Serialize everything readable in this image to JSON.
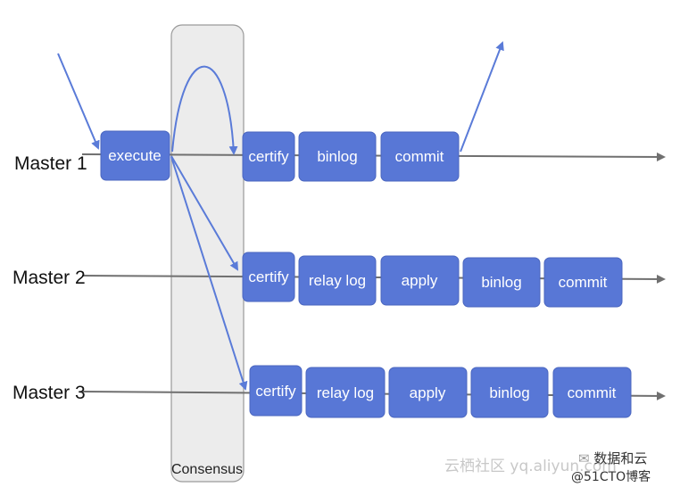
{
  "diagram": {
    "consensus_label": "Consensus",
    "rows": [
      {
        "label": "Master 1",
        "boxes": [
          "execute",
          "certify",
          "binlog",
          "commit"
        ]
      },
      {
        "label": "Master 2",
        "boxes": [
          "certify",
          "relay log",
          "apply",
          "binlog",
          "commit"
        ]
      },
      {
        "label": "Master 3",
        "boxes": [
          "certify",
          "relay log",
          "apply",
          "binlog",
          "commit"
        ]
      }
    ]
  },
  "watermark": {
    "line1": "云栖社区 yq.aliyun.com",
    "wechat": "数据和云",
    "blog": "@51CTO博客"
  },
  "colors": {
    "box_fill": "#5877d6",
    "box_stroke": "#4a66bf",
    "line": "#707070",
    "arrow": "#5a7bd8",
    "consensus_fill": "#ececec"
  }
}
